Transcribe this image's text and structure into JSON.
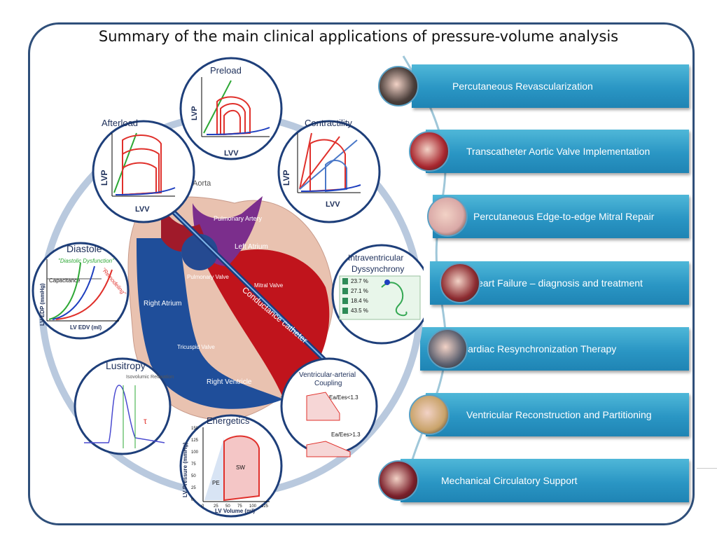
{
  "title": "Summary of the main clinical applications of pressure-volume analysis",
  "applications": [
    {
      "label": "Percutaneous Revascularization",
      "icon": "ivus-image-icon"
    },
    {
      "label": "Transcatheter Aortic Valve Implementation",
      "icon": "tavi-heart-icon"
    },
    {
      "label": "Percutaneous Edge-to-edge Mitral Repair",
      "icon": "mitral-clip-icon"
    },
    {
      "label": "Heart Failure – diagnosis and treatment",
      "icon": "heart-failure-icon"
    },
    {
      "label": "Cardiac Resynchronization Therapy",
      "icon": "crt-device-icon"
    },
    {
      "label": "Ventricular Reconstruction and Partitioning",
      "icon": "ventricular-device-icon"
    },
    {
      "label": "Mechanical Circulatory Support",
      "icon": "lvad-icon"
    }
  ],
  "heart": {
    "aorta": "Aorta",
    "pulmonary_artery": "Pulmonary Artery",
    "left_atrium": "Left Atrium",
    "mitral_valve": "Mitral Valve",
    "pulmonary_valve": "Pulmonary Valve",
    "right_atrium": "Right Atrium",
    "tricuspid_valve": "Tricuspid Valve",
    "right_ventricle": "Right Ventricle",
    "catheter": "Conductance catheter"
  },
  "panels": {
    "preload": {
      "title": "Preload",
      "ylabel": "LVP",
      "xlabel": "LVV"
    },
    "afterload": {
      "title": "Afterload",
      "ylabel": "LVP",
      "xlabel": "LVV"
    },
    "contractility": {
      "title": "Contractility",
      "ylabel": "LVP",
      "xlabel": "LVV"
    },
    "diastole": {
      "title": "Diastole",
      "ylabel": "LV EDP (mmHg)",
      "xlabel": "LV EDV (ml)",
      "note1": "\"Diastolic Dysfunction\"",
      "note2": "\"Remodeling\"",
      "capacitance": "Capacitance"
    },
    "dyssynchrony": {
      "title": "Intraventricular Dyssynchrony",
      "values": [
        "23.7 %",
        "27.1 %",
        "18.4 %",
        "43.5 %"
      ]
    },
    "lusitropy": {
      "title": "Lusitropy",
      "note": "Isovolumic Relaxation",
      "tau": "τ"
    },
    "coupling": {
      "title": "Ventricular-arterial Coupling",
      "top": "Ea/Ees<1.3",
      "bottom": "Ea/Ees>1.3"
    },
    "energetics": {
      "title": "Energetics",
      "ylabel": "LV Pressure (mmHg)",
      "xlabel": "LV Volume (ml)",
      "pe": "PE",
      "sw": "SW",
      "yticks": [
        "150",
        "125",
        "100",
        "75",
        "50",
        "25",
        "0"
      ],
      "xticks": [
        "0",
        "25",
        "50",
        "75",
        "100",
        "125"
      ]
    }
  },
  "colors": {
    "bar": "#2a96c4",
    "frame": "#2f4f7a",
    "ring": "#b9c9de",
    "loop": "#e0302b"
  }
}
